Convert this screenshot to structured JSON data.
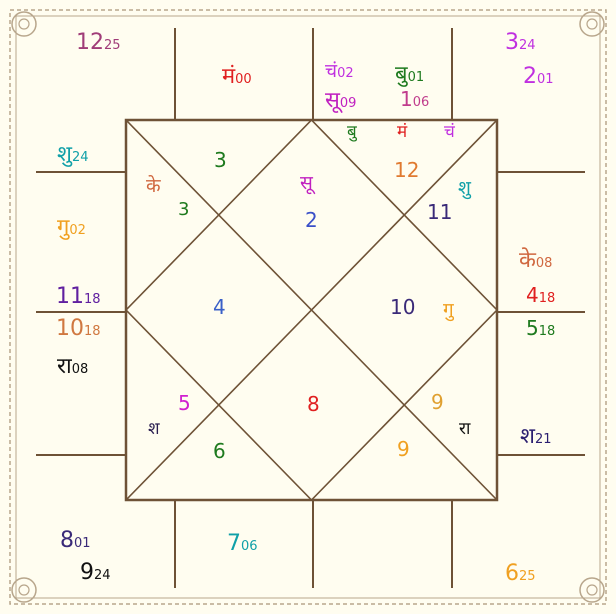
{
  "colors": {
    "background": "#fffdf0",
    "line": "#6e5236",
    "border_ornament": "#b8a68c"
  },
  "chart": {
    "inner_houses": [
      {
        "house": "3",
        "color": "#1e7a1e"
      },
      {
        "house": "2",
        "color": "#3a50c8"
      },
      {
        "house": "12",
        "color": "#e07a30"
      },
      {
        "house": "11",
        "color": "#3a2a78"
      },
      {
        "house": "4",
        "color": "#3a60c8"
      },
      {
        "house": "10",
        "color": "#3a2a78"
      },
      {
        "house": "5",
        "color": "#d020d0"
      },
      {
        "house": "8",
        "color": "#e02020"
      },
      {
        "house": "9",
        "color": "#e0a030"
      },
      {
        "house": "6",
        "color": "#1e7a1e"
      }
    ],
    "inner_planets": [
      {
        "name": "सू",
        "color": "#c020c0"
      },
      {
        "name": "बु",
        "color": "#1e7a1e"
      },
      {
        "name": "मं",
        "color": "#e02020"
      },
      {
        "name": "चं",
        "color": "#c030e0"
      },
      {
        "name": "शु",
        "color": "#10a0a8"
      },
      {
        "name": "के",
        "color": "#d06840"
      },
      {
        "name": "3",
        "color": "#1e7a1e"
      },
      {
        "name": "गु",
        "color": "#f0a020"
      },
      {
        "name": "श",
        "color": "#2a1e50"
      },
      {
        "name": "रा",
        "color": "#111111"
      },
      {
        "name": "9",
        "color": "#f0a020"
      }
    ],
    "outer": [
      {
        "main": "12",
        "sub": "25",
        "color": "#a03c78"
      },
      {
        "main": "मं",
        "sub": "00",
        "color": "#e02020"
      },
      {
        "main": "चं",
        "sub": "02",
        "color": "#c030e0"
      },
      {
        "main": "सू",
        "sub": "09",
        "color": "#c020c0"
      },
      {
        "main": "बु",
        "sub": "01",
        "color": "#1e7a1e"
      },
      {
        "main": "1",
        "sub": "06",
        "color": "#c03c8c"
      },
      {
        "main": "3",
        "sub": "24",
        "color": "#c030e0"
      },
      {
        "main": "2",
        "sub": "01",
        "color": "#c030e0"
      },
      {
        "main": "शु",
        "sub": "24",
        "color": "#10a0a8"
      },
      {
        "main": "गु",
        "sub": "02",
        "color": "#f0a020"
      },
      {
        "main": "11",
        "sub": "18",
        "color": "#6020a0"
      },
      {
        "main": "10",
        "sub": "18",
        "color": "#d07840"
      },
      {
        "main": "रा",
        "sub": "08",
        "color": "#111111"
      },
      {
        "main": "के",
        "sub": "08",
        "color": "#d06840"
      },
      {
        "main": "4",
        "sub": "18",
        "color": "#e02020"
      },
      {
        "main": "5",
        "sub": "18",
        "color": "#1e7a1e"
      },
      {
        "main": "श",
        "sub": "21",
        "color": "#2a1e70"
      },
      {
        "main": "8",
        "sub": "01",
        "color": "#3a2a78"
      },
      {
        "main": "9",
        "sub": "24",
        "color": "#111111"
      },
      {
        "main": "7",
        "sub": "06",
        "color": "#10a0a8"
      },
      {
        "main": "6",
        "sub": "25",
        "color": "#f0a020"
      }
    ]
  }
}
